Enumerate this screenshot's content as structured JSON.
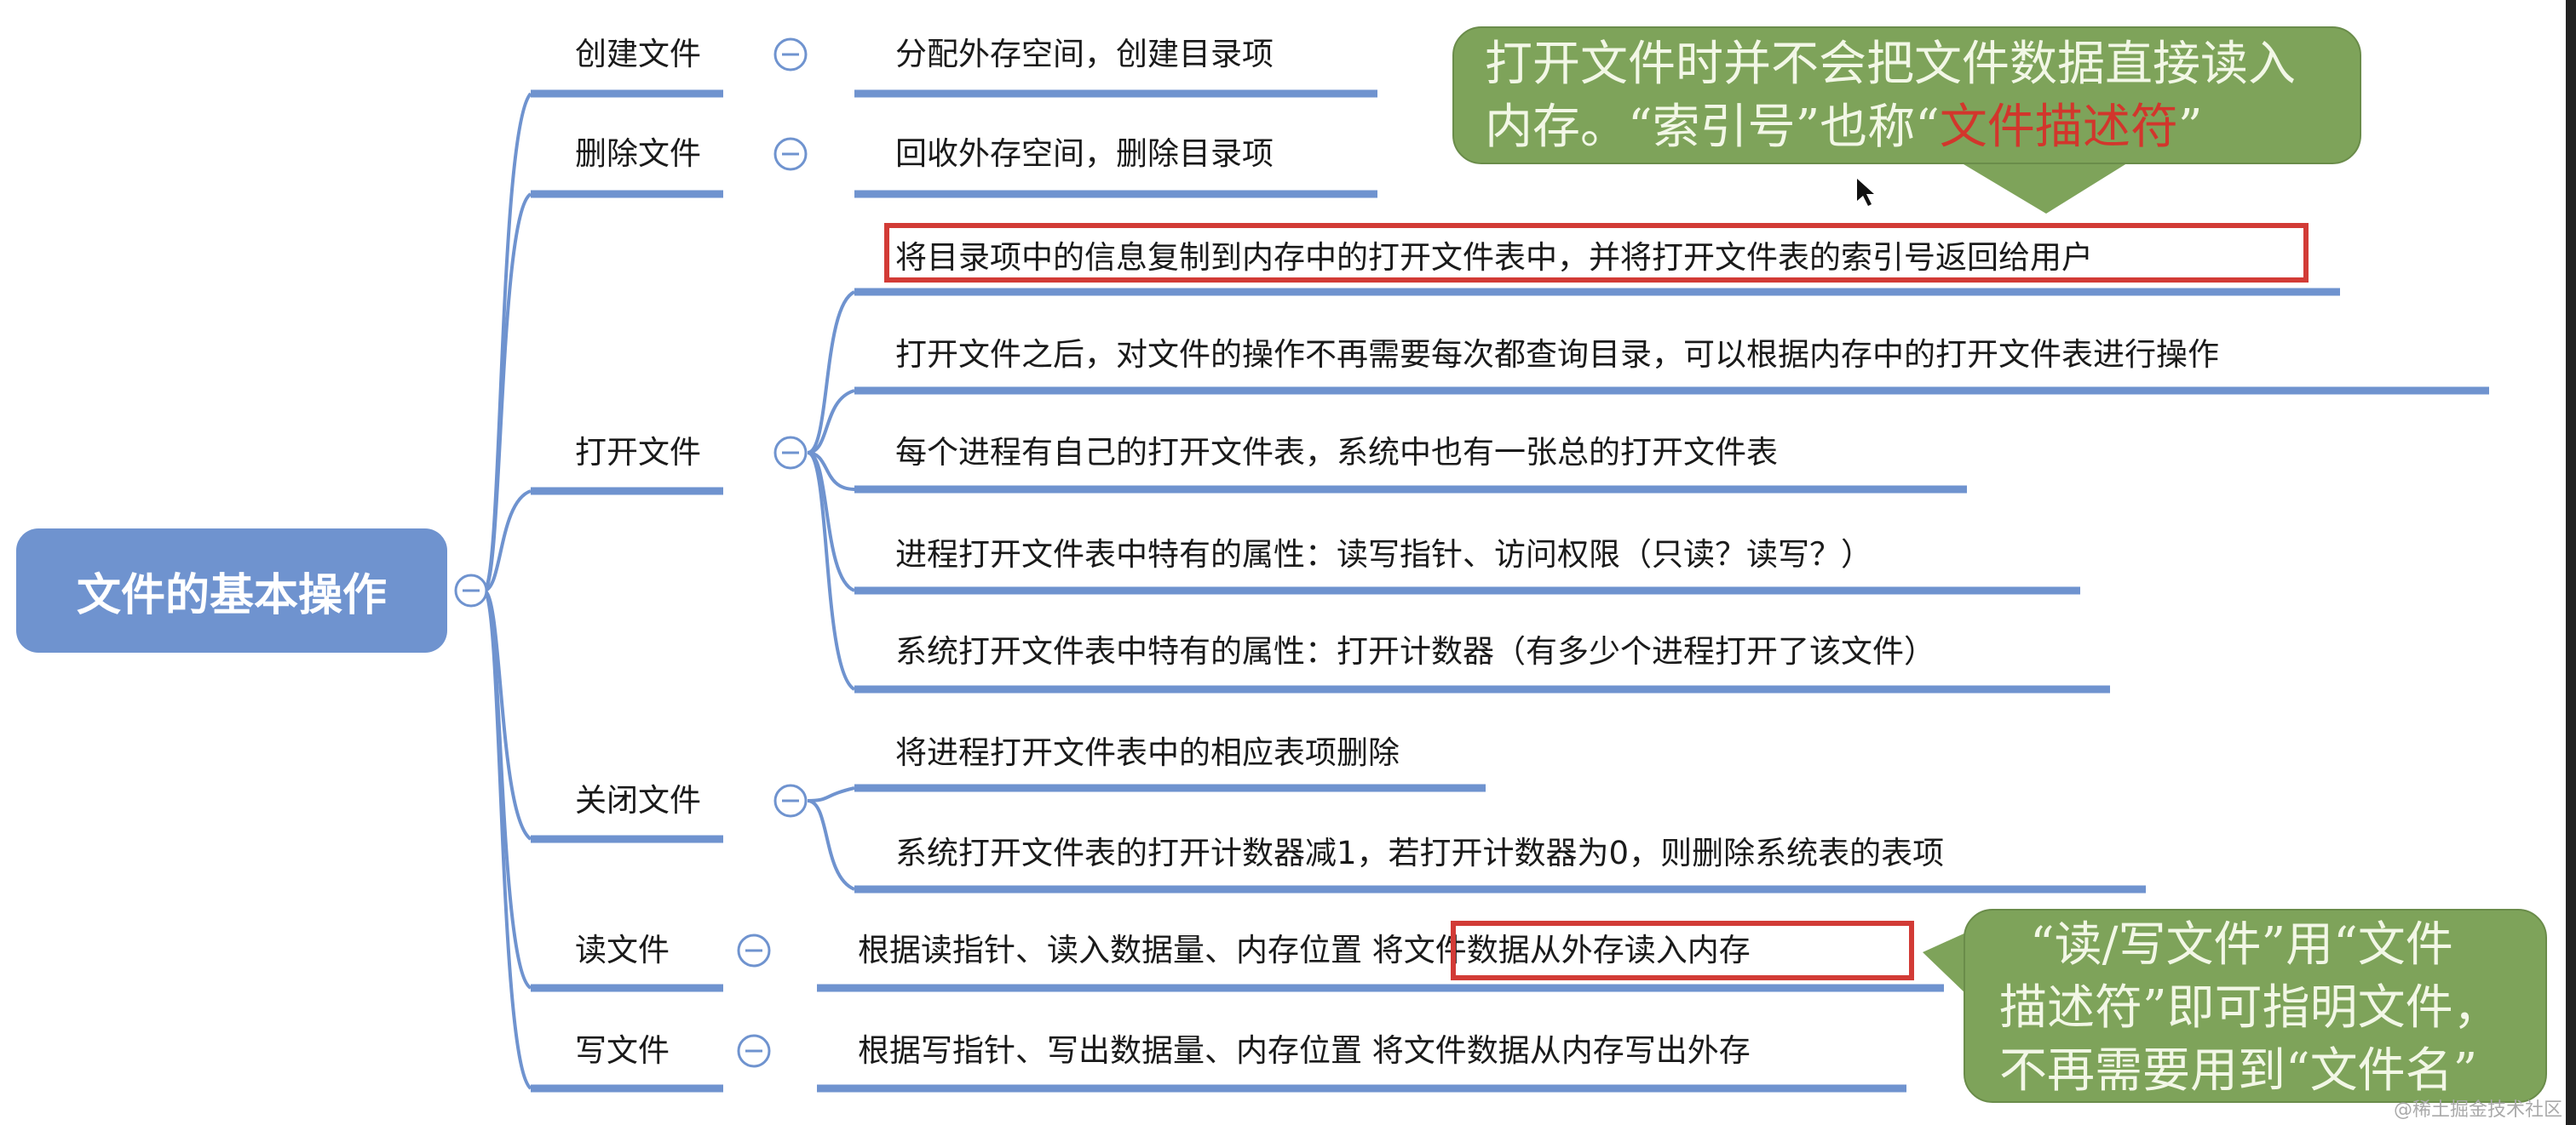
{
  "root": {
    "label": "文件的基本操作"
  },
  "branches": [
    {
      "label": "创建文件",
      "children": [
        "分配外存空间，创建目录项"
      ]
    },
    {
      "label": "删除文件",
      "children": [
        "回收外存空间，删除目录项"
      ]
    },
    {
      "label": "打开文件",
      "children": [
        "将目录项中的信息复制到内存中的打开文件表中，并将打开文件表的索引号返回给用户",
        "打开文件之后，对文件的操作不再需要每次都查询目录，可以根据内存中的打开文件表进行操作",
        "每个进程有自己的打开文件表，系统中也有一张总的打开文件表",
        "进程打开文件表中特有的属性：读写指针、访问权限（只读？读写？）",
        "系统打开文件表中特有的属性：打开计数器（有多少个进程打开了该文件）"
      ]
    },
    {
      "label": "关闭文件",
      "children": [
        "将进程打开文件表中的相应表项删除",
        "系统打开文件表的打开计数器减1，若打开计数器为0，则删除系统表的表项"
      ]
    },
    {
      "label": "读文件",
      "children": [
        "根据读指针、读入数据量、内存位置",
        "将文件数据从外存读入内存"
      ]
    },
    {
      "label": "写文件",
      "children": [
        "根据写指针、写出数据量、内存位置 将文件数据从内存写出外存"
      ]
    }
  ],
  "callouts": {
    "open_note": {
      "line1": "打开文件时并不会把文件数据直接读入",
      "line2_a": "内存。“索引号”也称“",
      "line2_red": "文件描述符",
      "line2_b": "”"
    },
    "rw_note": {
      "line1": "“读/写文件”用“文件",
      "line2": "描述符”即可指明文件，",
      "line3": "不再需要用到“文件名”"
    }
  },
  "watermark": "@稀土掘金技术社区",
  "colors": {
    "node": "#6f93cf",
    "highlight": "#d23b36",
    "callout": "#7ea35a",
    "callout_red_text": "#d2362c"
  }
}
